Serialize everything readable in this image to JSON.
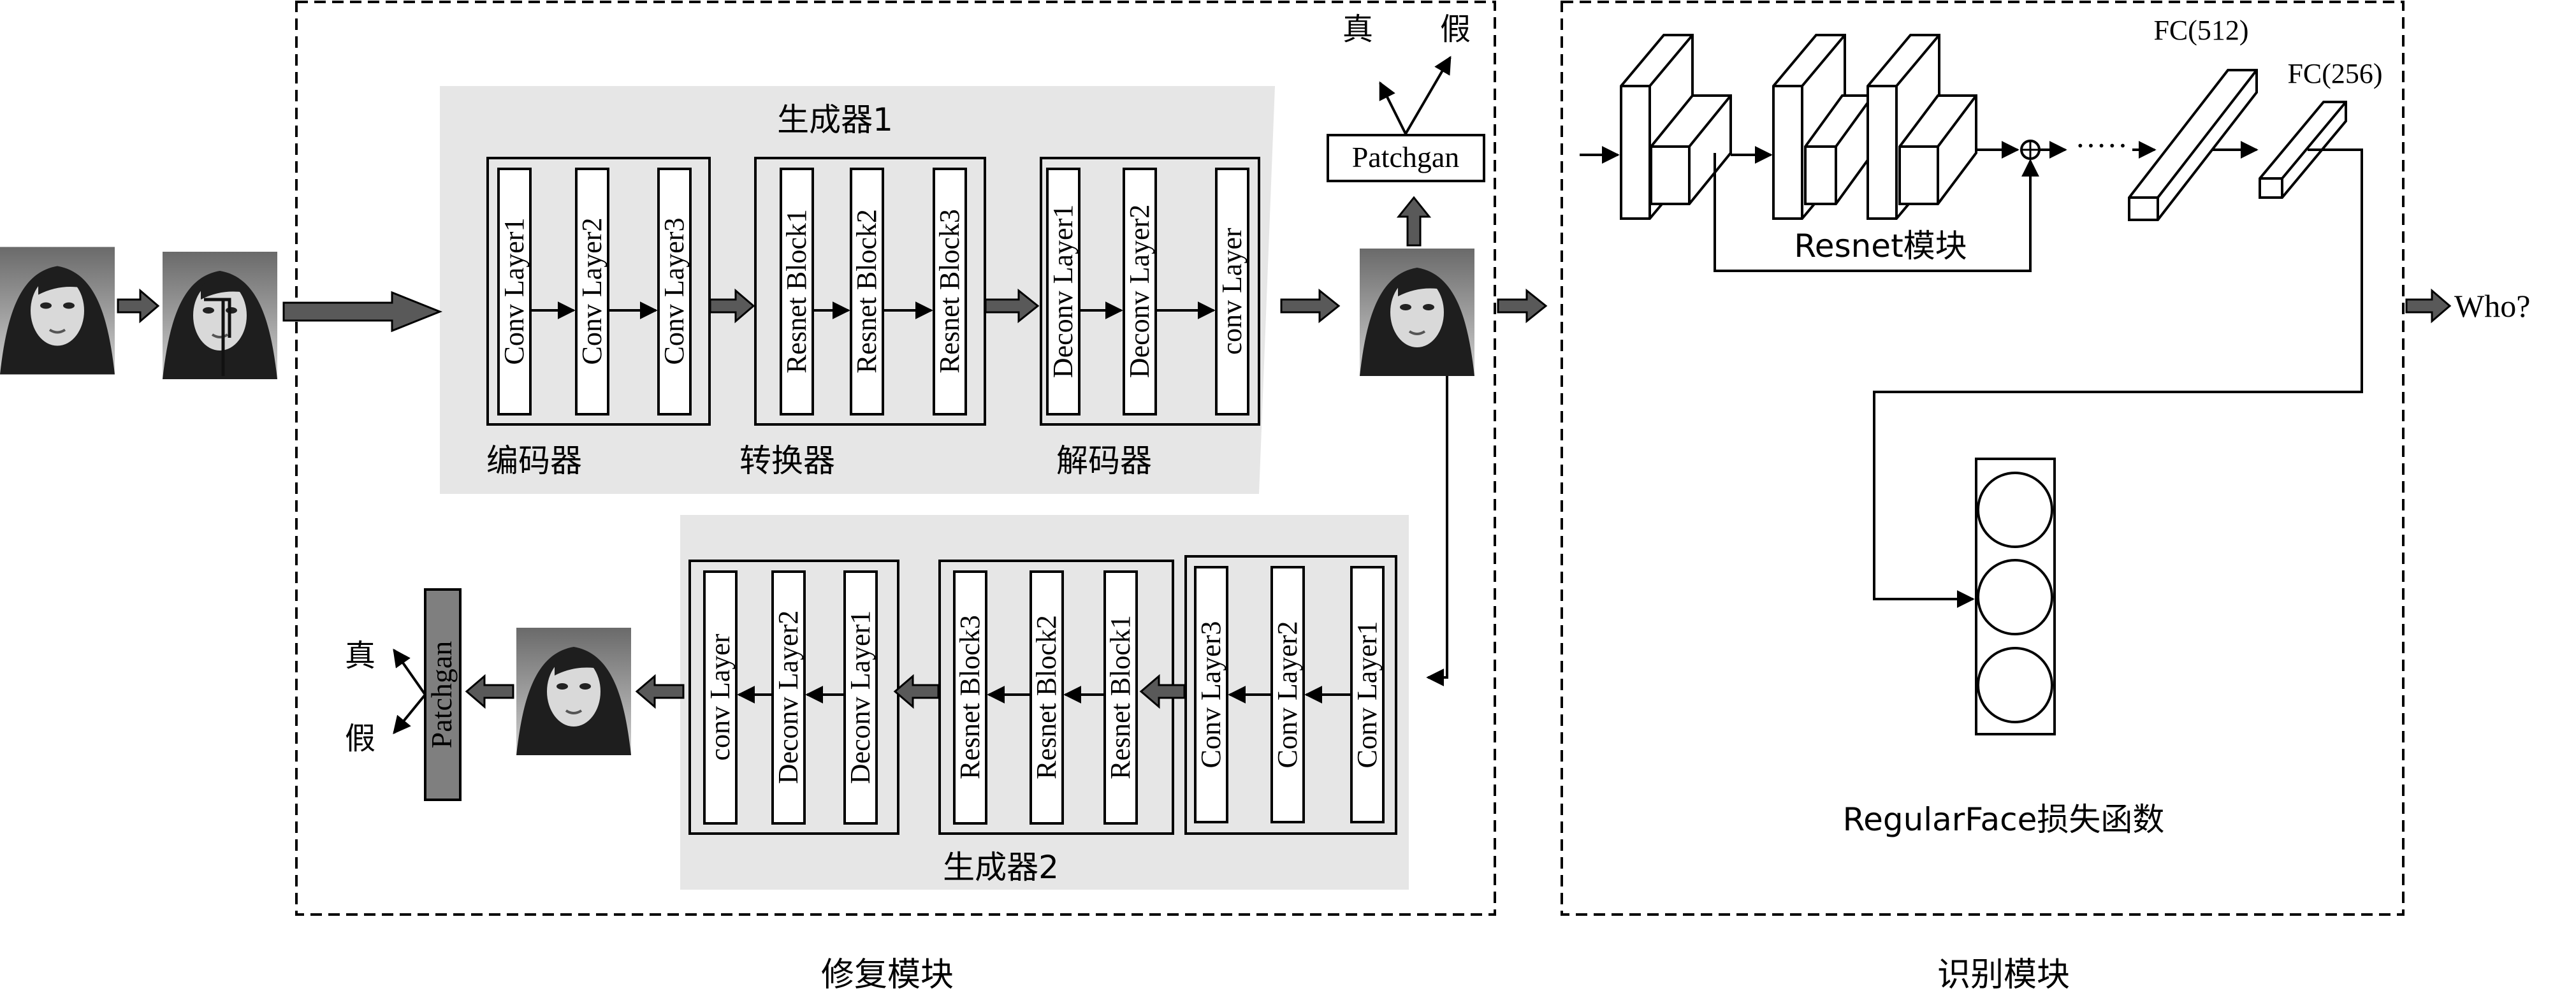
{
  "generator1": {
    "title": "生成器1",
    "encoder": {
      "label": "编码器",
      "layers": [
        "Conv Layer1",
        "Conv Layer2",
        "Conv Layer3"
      ]
    },
    "transformer": {
      "label": "转换器",
      "blocks": [
        "Resnet Block1",
        "Resnet Block2",
        "Resnet Block3"
      ]
    },
    "decoder": {
      "label": "解码器",
      "layers": [
        "Deconv Layer1",
        "Deconv Layer2",
        "conv Layer"
      ]
    }
  },
  "generator2": {
    "title": "生成器2",
    "group1": [
      "conv Layer",
      "Deconv Layer2",
      "Deconv Layer1"
    ],
    "group2": [
      "Resnet Block3",
      "Resnet Block2",
      "Resnet Block1"
    ],
    "group3": [
      "Conv Layer3",
      "Conv Layer2",
      "Conv Layer1"
    ]
  },
  "discriminator_top": {
    "label": "Patchgan",
    "real": "真",
    "fake": "假"
  },
  "discriminator_bottom": {
    "label": "Patchgan",
    "real": "真",
    "fake": "假"
  },
  "recognition": {
    "resnet_label": "Resnet模块",
    "fc512": "FC(512)",
    "fc256": "FC(256)",
    "output": "Who?",
    "loss_label": "RegularFace损失函数"
  },
  "modules": {
    "repair": "修复模块",
    "recognize": "识别模块"
  },
  "colors": {
    "panel_gray": "#e6e6e6",
    "arrow_dark": "#595959",
    "patchgan_fill": "#7f7f7f"
  }
}
